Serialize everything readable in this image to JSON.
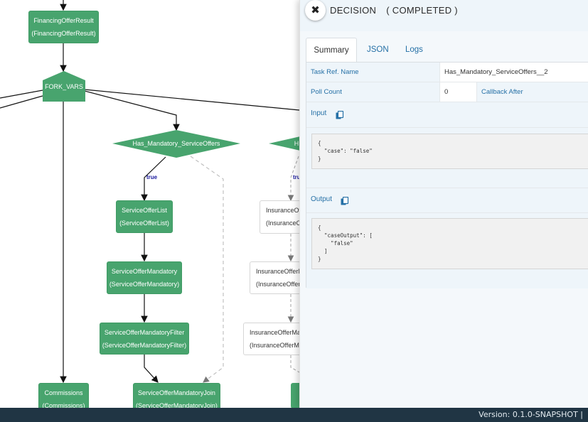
{
  "graph": {
    "nodes": {
      "financing_offer_result": [
        "FinancingOfferResult",
        "(FinancingOfferResult)"
      ],
      "fork_vars": "FORK_VARS",
      "has_mandatory": "Has_Mandatory_ServiceOffers",
      "has_partial": "H",
      "service_offer_list": [
        "ServiceOfferList",
        "(ServiceOfferList)"
      ],
      "service_offer_mandatory": [
        "ServiceOfferMandatory",
        "(ServiceOfferMandatory)"
      ],
      "service_offer_mandatory_filter": [
        "ServiceOfferMandatoryFilter",
        "(ServiceOfferMandatoryFilter)"
      ],
      "service_offer_mandatory_join": [
        "ServiceOfferMandatoryJoin",
        "(ServiceOfferMandatoryJoin)"
      ],
      "commissions": [
        "Commissions",
        "(Commissions)"
      ],
      "insurance_1": [
        "InsuranceOf",
        "(InsuranceOf"
      ],
      "insurance_2": [
        "InsuranceOfferM",
        "(InsuranceOfferM"
      ],
      "insurance_3": [
        "InsuranceOfferMan",
        "(InsuranceOfferMan"
      ]
    },
    "edge_labels": {
      "true_1": "true",
      "true_2": "tru"
    },
    "colors": {
      "completed": "#48a46e",
      "edge": "#111111",
      "skipped_edge": "#bbbbbb",
      "edge_label": "#1a1a9e"
    }
  },
  "drawer": {
    "close_label": "✖",
    "task_type": "DECISION",
    "status": "( COMPLETED )",
    "tabs": [
      "Summary",
      "JSON",
      "Logs"
    ],
    "active_tab": "Summary",
    "summary": {
      "task_ref_name_label": "Task Ref. Name",
      "task_ref_name_value": "Has_Mandatory_ServiceOffers__2",
      "poll_count_label": "Poll Count",
      "poll_count_value": "0",
      "callback_after_label": "Callback After",
      "input_label": "Input",
      "input_json": "{\n  \"case\": \"false\"\n}",
      "output_label": "Output",
      "output_json": "{\n  \"caseOutput\": [\n    \"false\"\n  ]\n}"
    }
  },
  "footer": {
    "version_text": "Version: 0.1.0-SNAPSHOT |"
  }
}
